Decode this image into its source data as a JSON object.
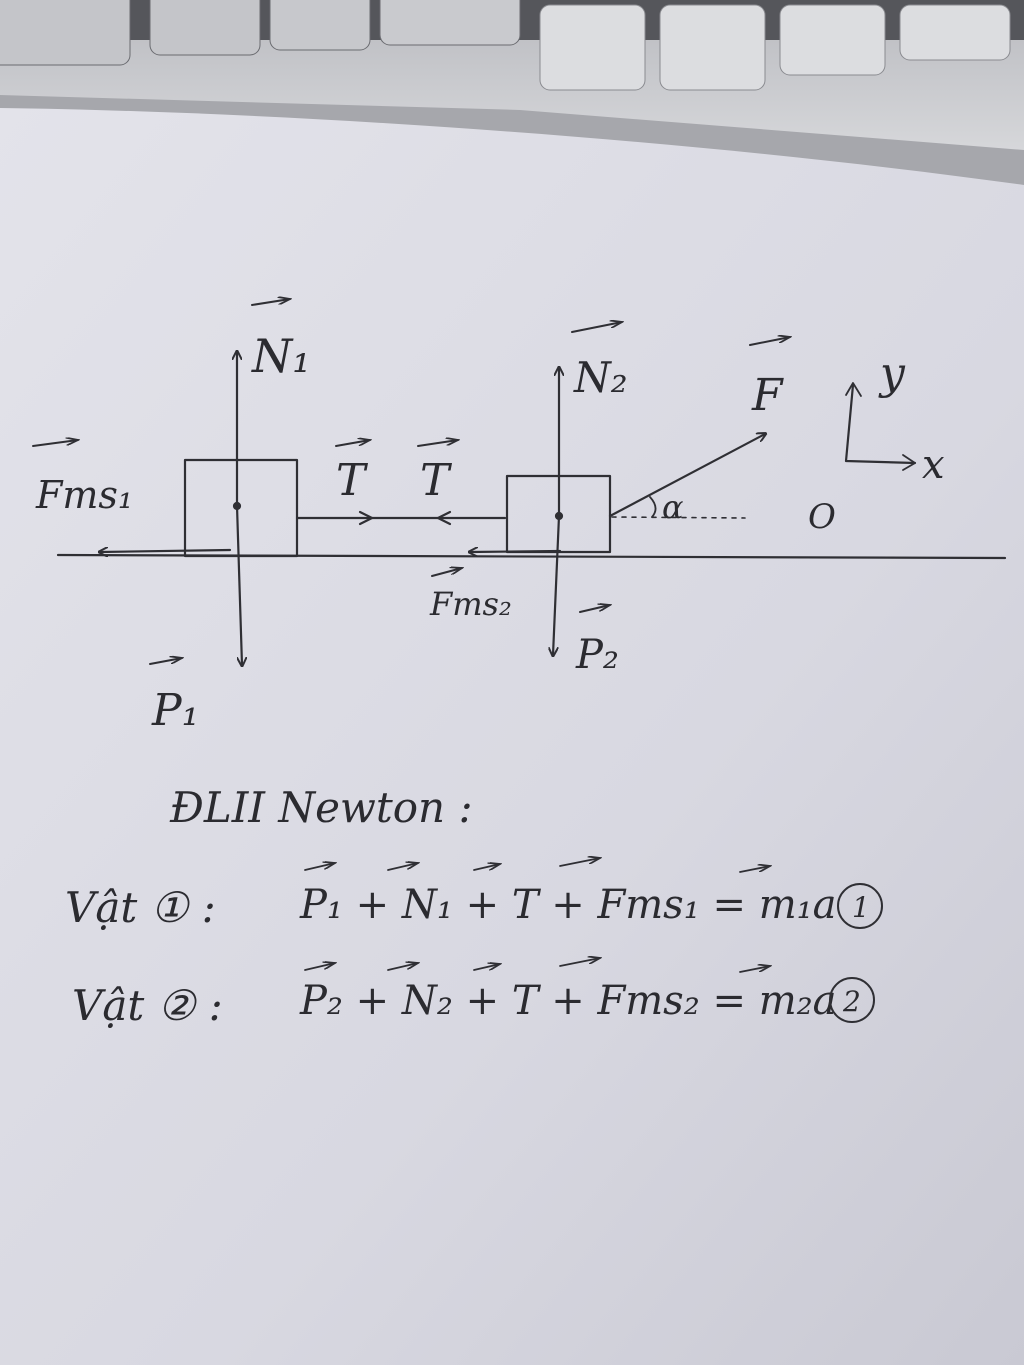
{
  "colors": {
    "paper": "#dddde6",
    "ink": "#2f2f34",
    "keyboard": "#cfd0d4",
    "keyboard_dark": "#4a4b50"
  },
  "diagram": {
    "labels": {
      "N1": "N₁",
      "N2": "N₂",
      "F": "F",
      "T_left": "T",
      "T_right": "T",
      "Fms1": "Fms₁",
      "Fms2": "Fms₂",
      "P1": "P₁",
      "P2": "P₂",
      "alpha": "α",
      "origin": "O",
      "axis_x": "x",
      "axis_y": "y"
    }
  },
  "notes": {
    "heading": "ĐLII Newton :",
    "eq1_label": "Vật ① :",
    "eq1": "P₁ + N₁ + T + Fms₁ = m₁a",
    "eq1_tag": "1",
    "eq2_label": "Vật ② :",
    "eq2": "P₂ + N₂ + T + Fms₂ = m₂a",
    "eq2_tag": "2"
  }
}
